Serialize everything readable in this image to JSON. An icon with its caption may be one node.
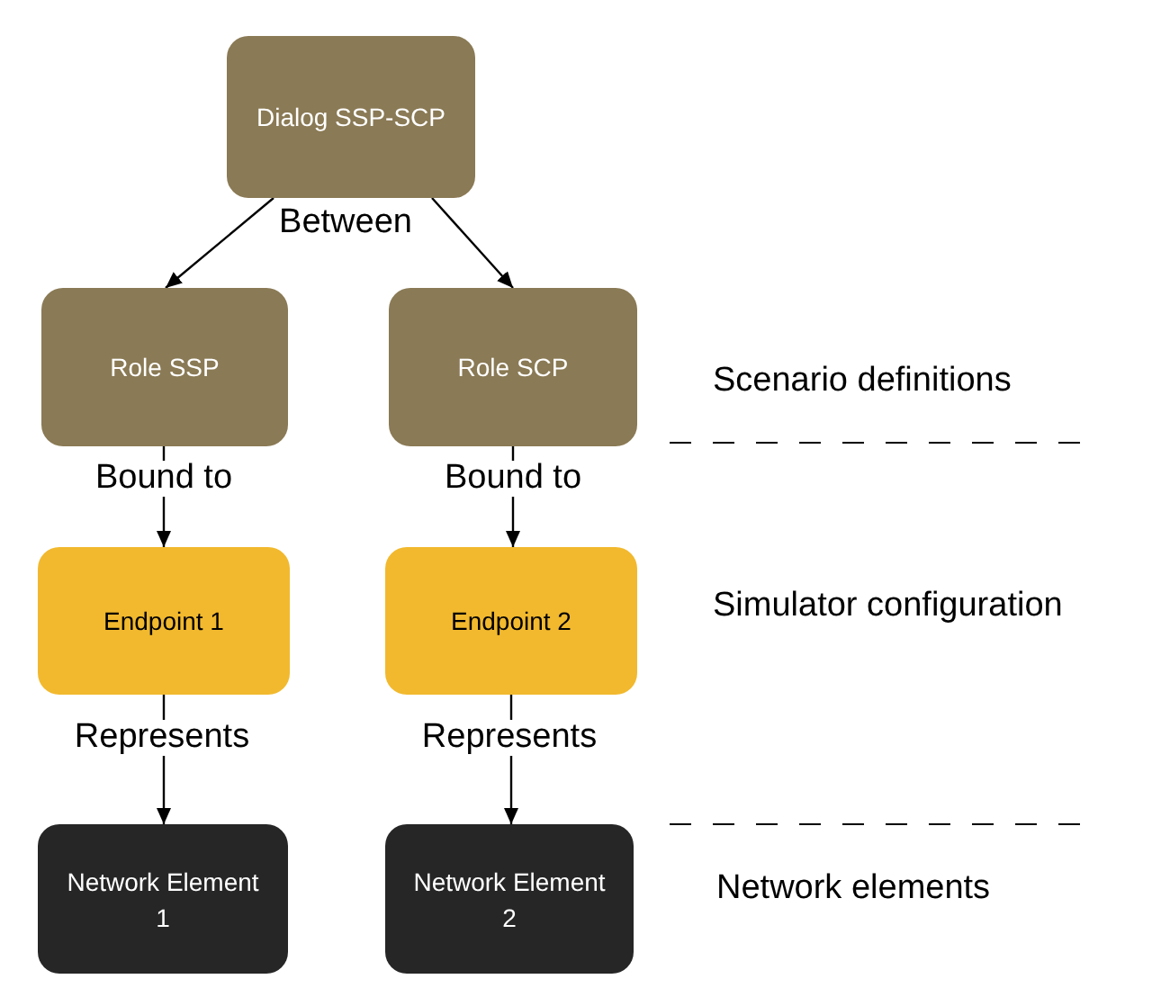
{
  "diagram": {
    "nodes": [
      {
        "text": [
          "Dialog SSP-SCP"
        ]
      },
      {
        "text": [
          "Role SSP"
        ]
      },
      {
        "text": [
          "Role SCP"
        ]
      },
      {
        "text": [
          "Endpoint 1"
        ]
      },
      {
        "text": [
          "Endpoint 2"
        ]
      },
      {
        "text": [
          "Network Element 1"
        ]
      },
      {
        "text": [
          "Network Element 2"
        ]
      }
    ],
    "edges": [
      {
        "from": 0,
        "to": 1,
        "arrow": "to",
        "label": "Between"
      },
      {
        "from": 0,
        "to": 2,
        "arrow": "to"
      },
      {
        "from": 1,
        "to": 3,
        "arrow": "to",
        "label": "Bound to"
      },
      {
        "from": 2,
        "to": 4,
        "arrow": "to",
        "label": "Bound to"
      },
      {
        "from": 3,
        "to": 5,
        "arrow": "to",
        "label": "Represents"
      },
      {
        "from": 4,
        "to": 6,
        "arrow": "to",
        "label": "Represents"
      }
    ],
    "labels": [
      "Scenario definitions",
      "Simulator configuration",
      "Network elements"
    ]
  }
}
